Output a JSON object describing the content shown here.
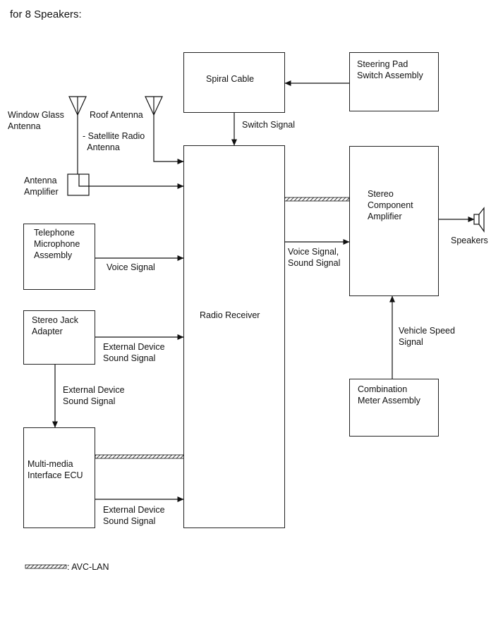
{
  "heading": "for 8 Speakers:",
  "blocks": {
    "spiral_cable": "Spiral Cable",
    "steering_pad": "Steering Pad\nSwitch Assembly",
    "radio_receiver": "Radio Receiver",
    "stereo_amp": "Stereo\nComponent\nAmplifier",
    "telephone_mic": "Telephone\nMicrophone\nAssembly",
    "stereo_jack": "Stereo Jack\nAdapter",
    "multimedia_ecu": "Multi-media\nInterface ECU",
    "combination_meter": "Combination\nMeter Assembly",
    "antenna_amplifier": "Antenna\nAmplifier"
  },
  "antennas": {
    "window_glass": "Window Glass\nAntenna",
    "roof": "Roof Antenna",
    "satellite": "- Satellite Radio\n  Antenna"
  },
  "signals": {
    "switch_signal": "Switch Signal",
    "voice_signal": "Voice Signal",
    "voice_sound_signal": "Voice Signal,\nSound Signal",
    "vehicle_speed_signal": "Vehicle Speed\nSignal",
    "ext_device_1": "External Device\nSound Signal",
    "ext_device_2": "External Device\nSound Signal",
    "ext_device_3": "External Device\nSound Signal"
  },
  "speakers_label": "Speakers",
  "legend": {
    "avc_lan": ": AVC-LAN"
  }
}
